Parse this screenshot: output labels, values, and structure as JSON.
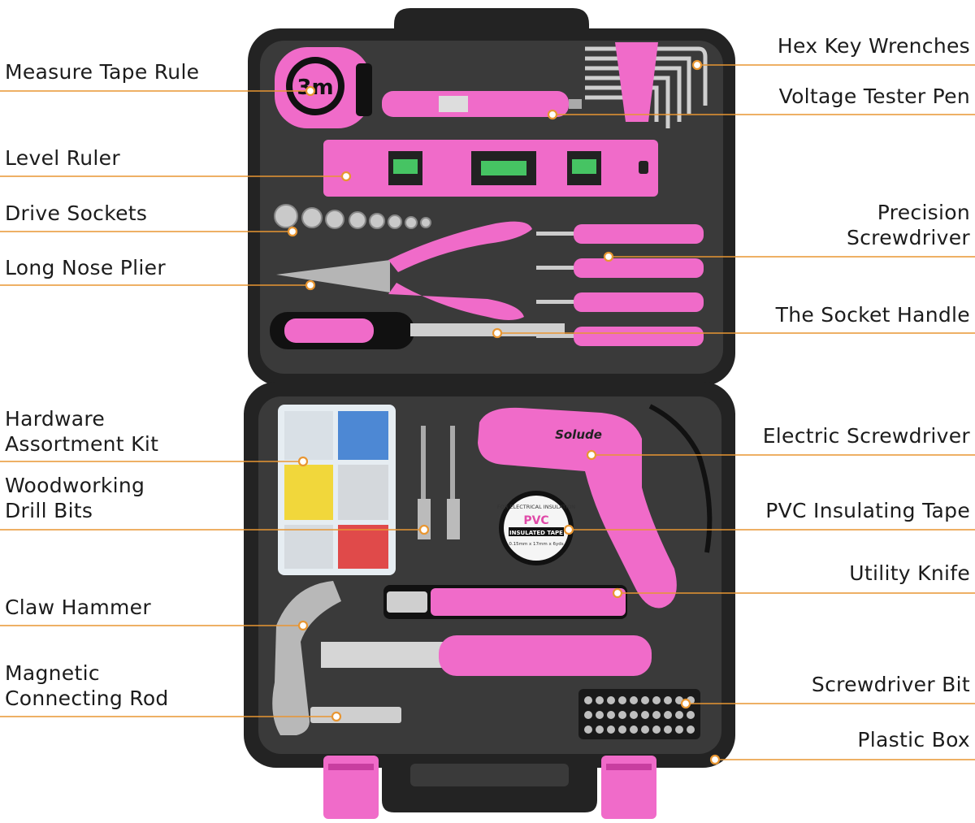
{
  "brand_text": "Solude",
  "tape_measure_marking": "3m",
  "tape_roll": {
    "header": "FOR ELECTRICAL INSULATION",
    "title": "PVC",
    "subtitle": "INSULATED TAPE",
    "spec": "0.15mm x 17mm x 6yds"
  },
  "callouts": {
    "left": [
      {
        "id": "measure-tape",
        "text": "Measure Tape Rule"
      },
      {
        "id": "level-ruler",
        "text": "Level Ruler"
      },
      {
        "id": "drive-sockets",
        "text": "Drive Sockets"
      },
      {
        "id": "long-nose-plier",
        "text": "Long Nose Plier"
      },
      {
        "id": "hardware-kit",
        "text": "Hardware\nAssortment Kit"
      },
      {
        "id": "drill-bits",
        "text": "Woodworking\nDrill Bits"
      },
      {
        "id": "claw-hammer",
        "text": "Claw Hammer"
      },
      {
        "id": "connecting-rod",
        "text": "Magnetic\nConnecting Rod"
      }
    ],
    "right": [
      {
        "id": "hex-keys",
        "text": "Hex Key Wrenches"
      },
      {
        "id": "voltage-tester",
        "text": "Voltage Tester Pen"
      },
      {
        "id": "precision-screwdriver",
        "text": "Precision\nScrewdriver"
      },
      {
        "id": "socket-handle",
        "text": "The Socket Handle"
      },
      {
        "id": "electric-screwdriver",
        "text": "Electric Screwdriver"
      },
      {
        "id": "pvc-tape",
        "text": "PVC Insulating Tape"
      },
      {
        "id": "utility-knife",
        "text": "Utility Knife"
      },
      {
        "id": "screwdriver-bit",
        "text": "Screwdriver Bit"
      },
      {
        "id": "plastic-box",
        "text": "Plastic Box"
      }
    ]
  },
  "colors": {
    "accent_pink": "#f06bc9",
    "callout_orange": "#e89632",
    "case_black": "#232323"
  }
}
